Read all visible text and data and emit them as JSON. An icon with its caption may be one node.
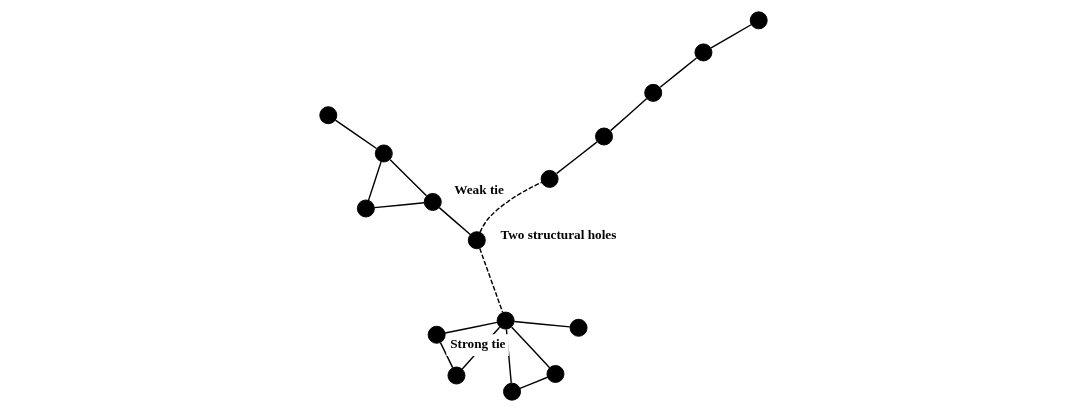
{
  "diagram": {
    "nodes": [
      {
        "text": [],
        "shape": "circle"
      },
      {
        "text": [],
        "shape": "circle"
      },
      {
        "text": [],
        "shape": "circle"
      },
      {
        "text": [],
        "shape": "circle"
      },
      {
        "text": [],
        "shape": "circle"
      },
      {
        "text": [],
        "shape": "circle"
      },
      {
        "text": [],
        "shape": "circle"
      },
      {
        "text": [],
        "shape": "circle"
      },
      {
        "text": [],
        "shape": "circle"
      },
      {
        "text": [],
        "shape": "circle"
      },
      {
        "text": [],
        "shape": "circle"
      },
      {
        "text": [],
        "shape": "circle"
      },
      {
        "text": [],
        "shape": "circle"
      },
      {
        "text": [],
        "shape": "circle"
      },
      {
        "text": [],
        "shape": "circle"
      },
      {
        "text": [],
        "shape": "circle"
      }
    ],
    "edges": [
      {
        "from": 0,
        "to": 1,
        "arrow": "none"
      },
      {
        "from": 0,
        "to": 3,
        "arrow": "none"
      },
      {
        "from": 3,
        "to": 1,
        "arrow": "none"
      },
      {
        "from": 1,
        "to": 4,
        "arrow": "none"
      },
      {
        "from": 3,
        "to": 2,
        "arrow": "none"
      },
      {
        "from": 5,
        "to": 7,
        "arrow": "none"
      },
      {
        "from": 5,
        "to": 6,
        "arrow": "none"
      },
      {
        "from": 7,
        "to": 6,
        "arrow": "none"
      },
      {
        "from": 7,
        "to": 8,
        "arrow": "none",
        "label": "Strong tie"
      },
      {
        "from": 7,
        "to": 9,
        "arrow": "none"
      },
      {
        "from": 7,
        "to": 10,
        "arrow": "none"
      },
      {
        "from": 10,
        "to": 8,
        "arrow": "none"
      },
      {
        "from": 11,
        "to": 12,
        "arrow": "none"
      },
      {
        "from": 11,
        "to": 14,
        "arrow": "none"
      },
      {
        "from": 12,
        "to": 15,
        "arrow": "none"
      },
      {
        "from": 13,
        "to": 14,
        "arrow": "none"
      },
      {
        "from": 4,
        "to": 7,
        "arrow": "none",
        "style": "dashed"
      },
      {
        "from": 4,
        "to": 13,
        "arrow": "none",
        "style": "dashed",
        "label": "Weak tie"
      }
    ],
    "labels": [
      "Two structural holes"
    ]
  }
}
